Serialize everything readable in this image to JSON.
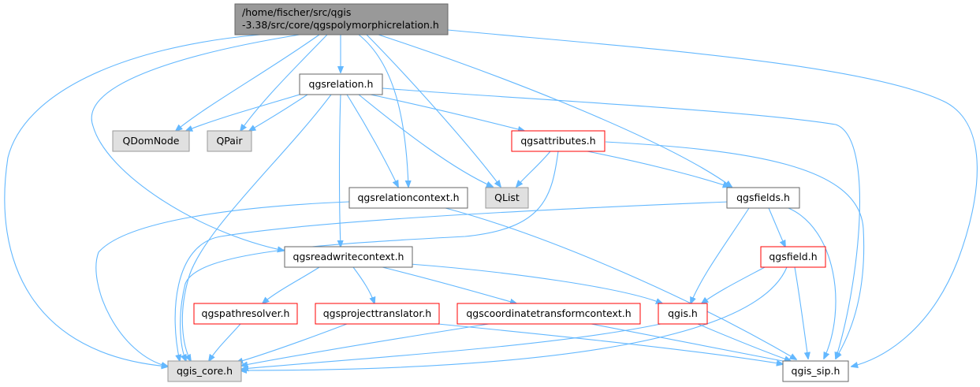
{
  "colors": {
    "edge": "#63b8ff",
    "root_fill": "#999999",
    "gray_fill": "#e0e0e0",
    "gray_border": "#999999",
    "white_fill": "#ffffff",
    "white_border": "#666666",
    "red_border": "#ff0000"
  },
  "nodes": {
    "root": {
      "line1": "/home/fischer/src/qgis",
      "line2": "-3.38/src/core/qgspolymorphicrelation.h"
    },
    "qgsrelation": {
      "label": "qgsrelation.h"
    },
    "qdomnode": {
      "label": "QDomNode"
    },
    "qpair": {
      "label": "QPair"
    },
    "qgsattributes": {
      "label": "qgsattributes.h"
    },
    "qgsrelationcontext": {
      "label": "qgsrelationcontext.h"
    },
    "qlist": {
      "label": "QList"
    },
    "qgsfields": {
      "label": "qgsfields.h"
    },
    "qgsreadwritecontext": {
      "label": "qgsreadwritecontext.h"
    },
    "qgsfield": {
      "label": "qgsfield.h"
    },
    "qgspathresolver": {
      "label": "qgspathresolver.h"
    },
    "qgsprojecttranslator": {
      "label": "qgsprojecttranslator.h"
    },
    "qgscoordinatetransformcontext": {
      "label": "qgscoordinatetransformcontext.h"
    },
    "qgis": {
      "label": "qgis.h"
    },
    "qgis_core": {
      "label": "qgis_core.h"
    },
    "qgis_sip": {
      "label": "qgis_sip.h"
    }
  }
}
